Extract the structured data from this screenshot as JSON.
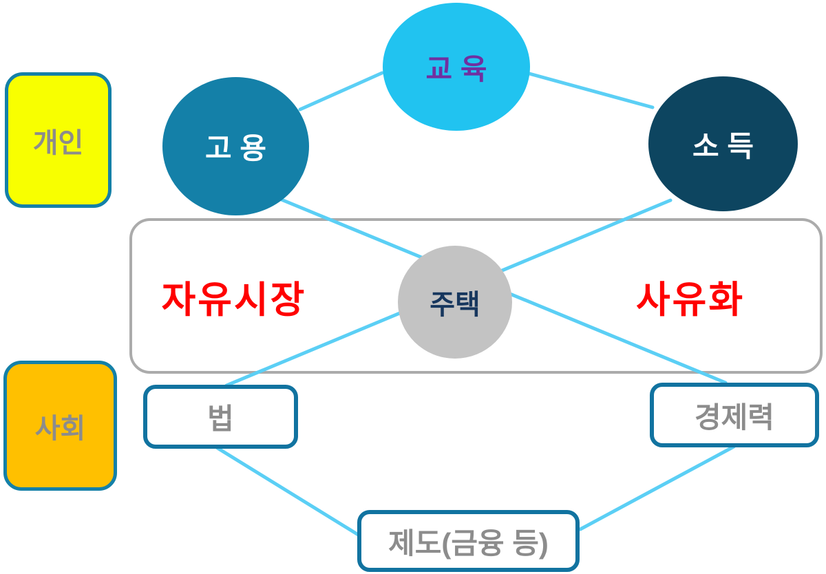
{
  "colors": {
    "background": "#FFFFFF",
    "connector": "#5BCFF5",
    "band_border": "#ABABAB",
    "band_fill": "#FFFFFF",
    "band_label": "#FF0000",
    "bottom_box_border": "#1173A0",
    "bottom_box_fill": "#FFFFFF",
    "gray_text": "#8C8C8C"
  },
  "groups": {
    "individual": {
      "label": "개인",
      "fill": "#F8FF00",
      "border": "#1480A8",
      "text_color": "#8C8C8C"
    },
    "society": {
      "label": "사회",
      "fill": "#FFC000",
      "border": "#1480A8",
      "text_color": "#8C8C8C"
    }
  },
  "nodes": {
    "education": {
      "label": "교 육",
      "fill": "#21C3F0",
      "text_color": "#7030A0"
    },
    "employment": {
      "label": "고 용",
      "fill": "#1480A8",
      "text_color": "#FFFFFF"
    },
    "income": {
      "label": "소 득",
      "fill": "#0D4560",
      "text_color": "#FFFFFF"
    },
    "housing": {
      "label": "주택",
      "fill": "#C3C3C3",
      "text_color": "#17375E"
    }
  },
  "band": {
    "left_label": "자유시장",
    "right_label": "사유화"
  },
  "bottom_nodes": {
    "law": {
      "label": "법"
    },
    "economic_power": {
      "label": "경제력"
    },
    "institutions": {
      "label": "제도(금융 등)"
    }
  },
  "edges": [
    {
      "from": "education",
      "to": "employment"
    },
    {
      "from": "education",
      "to": "income"
    },
    {
      "from": "employment",
      "to": "economic_power"
    },
    {
      "from": "income",
      "to": "law"
    },
    {
      "from": "law",
      "to": "institutions"
    },
    {
      "from": "economic_power",
      "to": "institutions"
    }
  ]
}
